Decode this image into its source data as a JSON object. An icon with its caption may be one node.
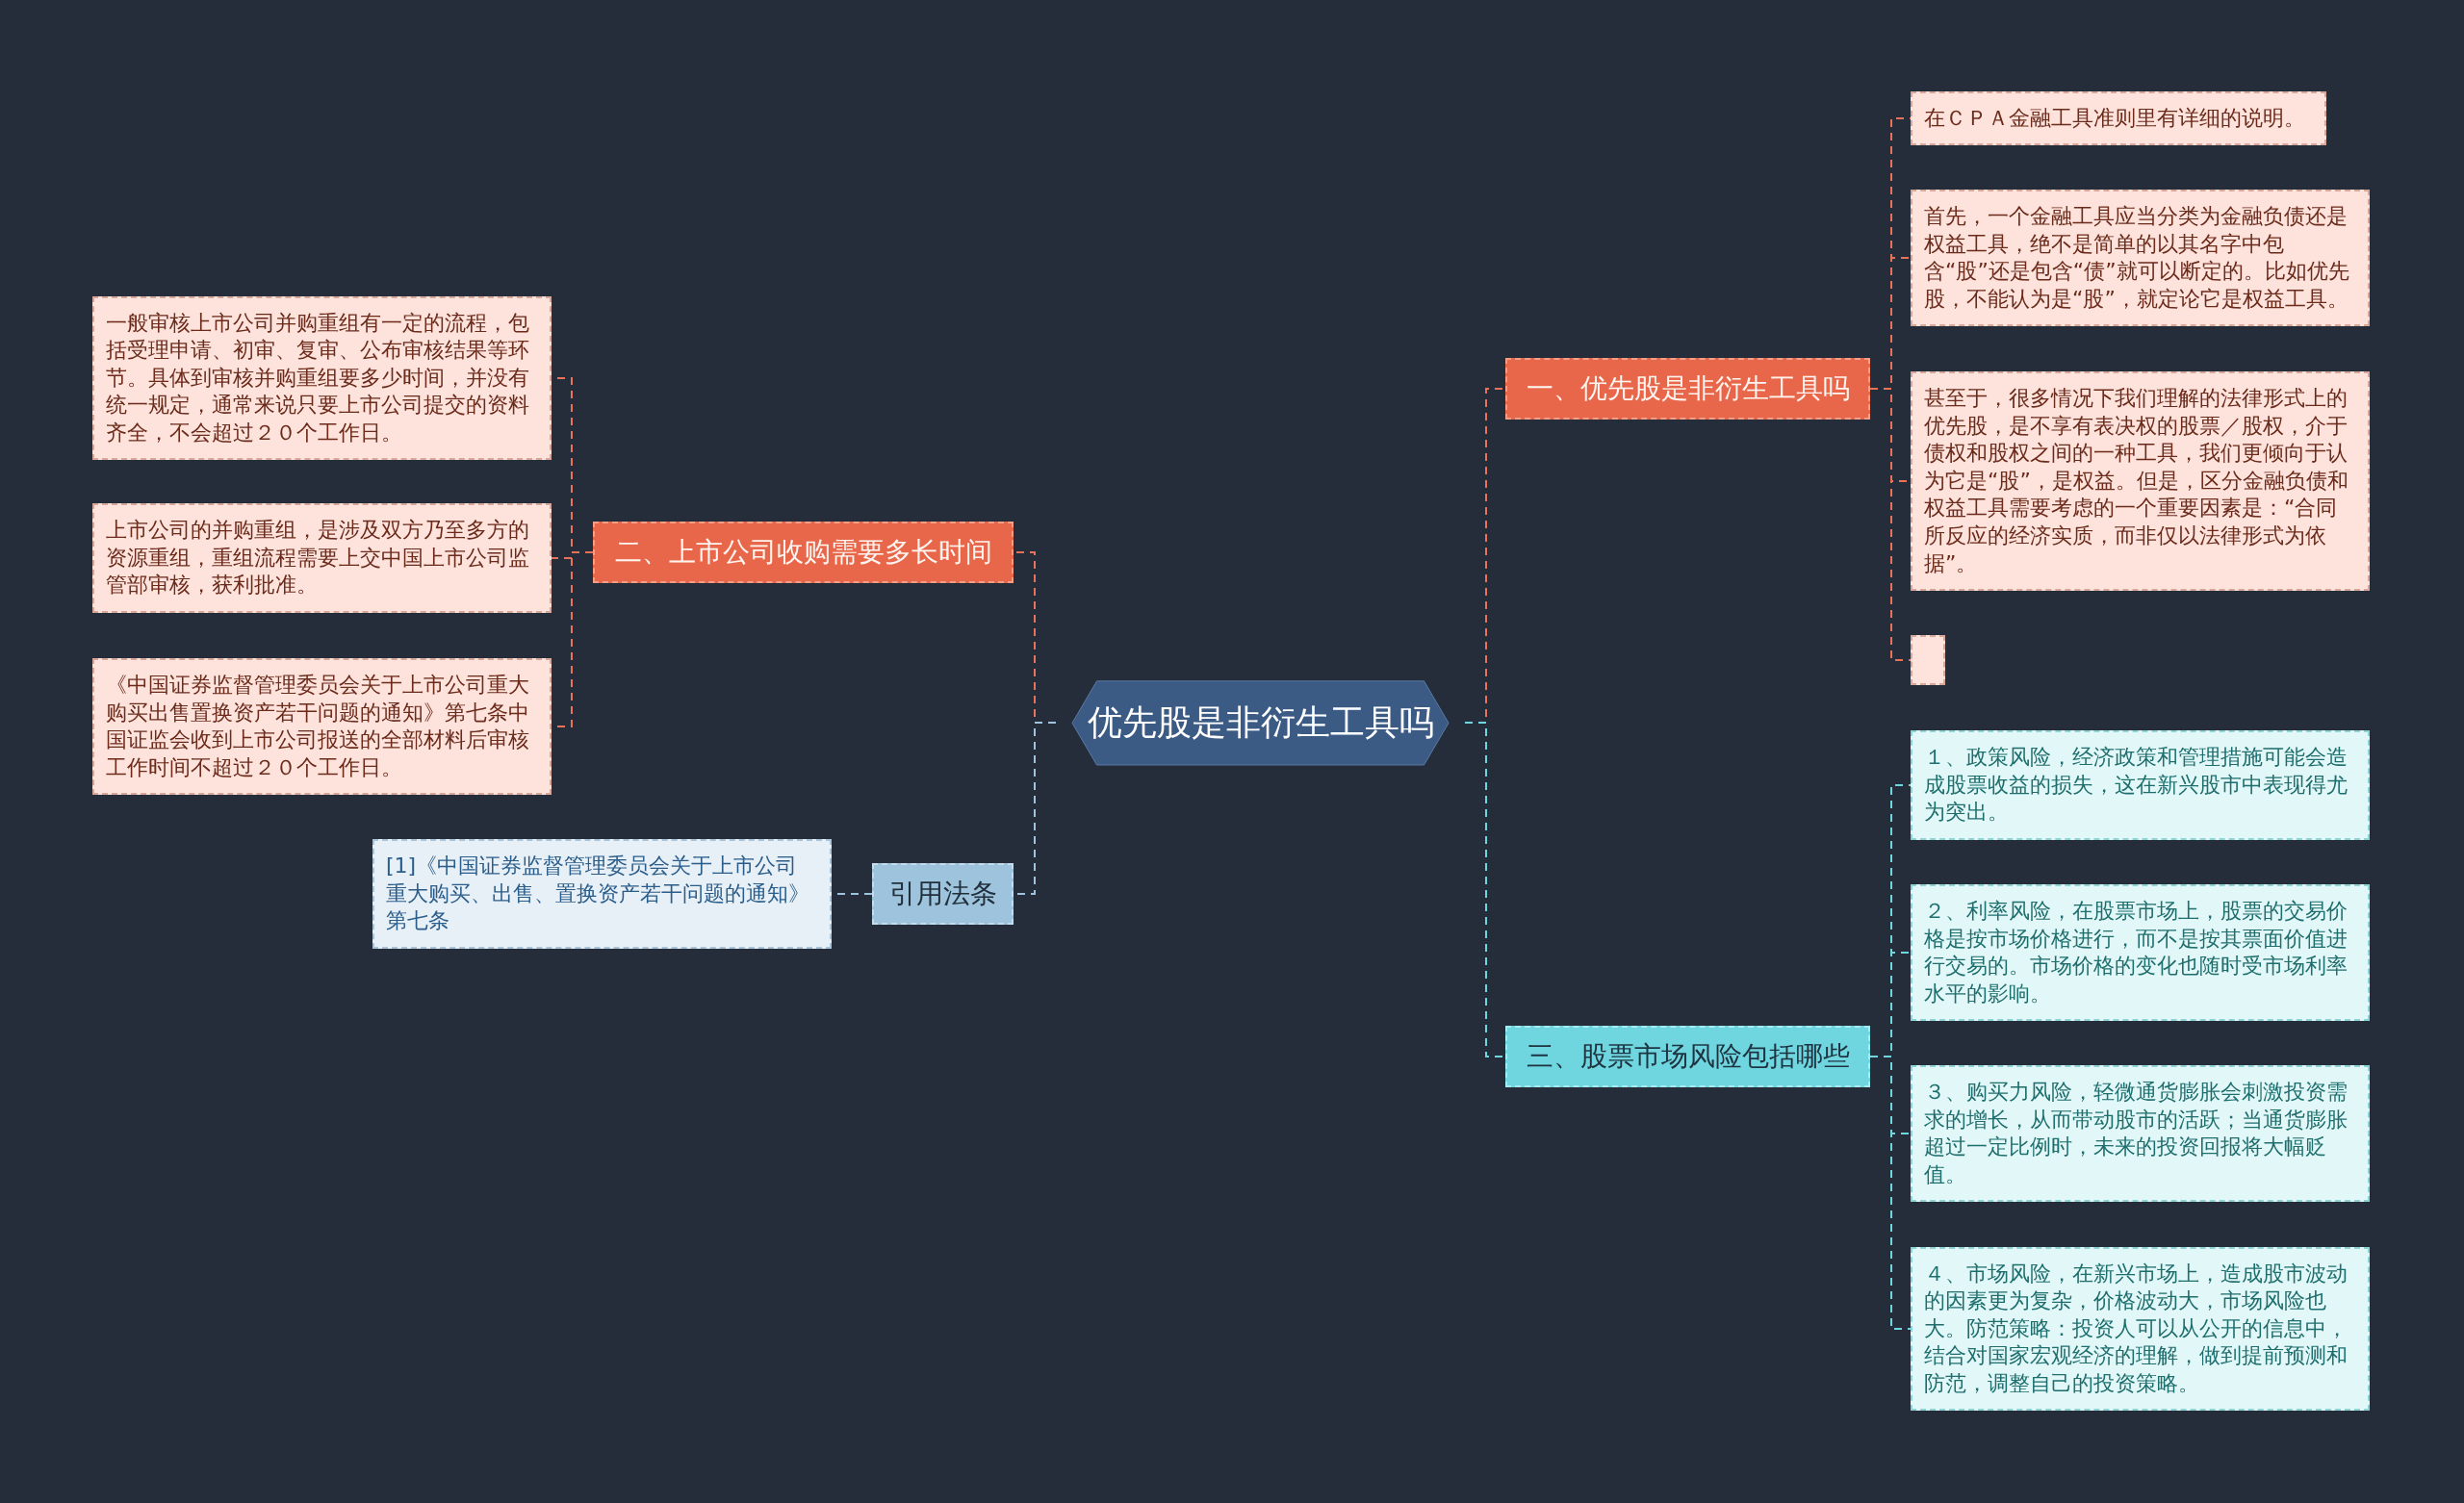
{
  "diagram": {
    "nodes": [
      {
        "text": [
          "优先股是非衍生工具吗"
        ]
      },
      {
        "text": [
          "一、优先股是非衍生工具吗"
        ]
      },
      {
        "text": [
          "在ＣＰＡ金融工具准则里有详细的说明。"
        ]
      },
      {
        "text": [
          "首先，一个金融工具应当分类为金融负债还是权益工具，绝不是简单的以其名字中包含“股”还是包含“债”就可以断定的。比如优先股，不能认为是“股”，就定论它是权益工具。"
        ]
      },
      {
        "text": [
          "甚至于，很多情况下我们理解的法律形式上的优先股，是不享有表决权的股票／股权，介于债权和股权之间的一种工具，我们更倾向于认为它是“股”，是权益。但是，区分金融负债和权益工具需要考虑的一个重要因素是：“合同所反应的经济实质，而非仅以法律形式为依据”。"
        ]
      },
      {
        "text": [],
        "shape": "box"
      },
      {
        "text": [
          "二、上市公司收购需要多长时间"
        ]
      },
      {
        "text": [
          "一般审核上市公司并购重组有一定的流程，包括受理申请、初审、复审、公布审核结果等环节。具体到审核并购重组要多少时间，并没有统一规定，通常来说只要上市公司提交的资料齐全，不会超过２０个工作日。"
        ]
      },
      {
        "text": [
          "上市公司的并购重组，是涉及双方乃至多方的资源重组，重组流程需要上交中国上市公司监管部审核，获利批准。"
        ]
      },
      {
        "text": [
          "《中国证券监督管理委员会关于上市公司重大购买出售置换资产若干问题的通知》第七条中国证监会收到上市公司报送的全部材料后审核工作时间不超过２０个工作日。"
        ]
      },
      {
        "text": [
          "引用法条"
        ]
      },
      {
        "text": [
          "[1]《中国证券监督管理委员会关于上市公司重大购买、出售、置换资产若干问题的通知》第七条"
        ]
      },
      {
        "text": [
          "三、股票市场风险包括哪些"
        ]
      },
      {
        "text": [
          "１、政策风险，经济政策和管理措施可能会造成股票收益的损失，这在新兴股市中表现得尤为突出。"
        ]
      },
      {
        "text": [
          "２、利率风险，在股票市场上，股票的交易价格是按市场价格进行，而不是按其票面价值进行交易的。市场价格的变化也随时受市场利率水平的影响。"
        ]
      },
      {
        "text": [
          "３、购买力风险，轻微通货膨胀会刺激投资需求的增长，从而带动股市的活跃；当通货膨胀超过一定比例时，未来的投资回报将大幅贬值。"
        ]
      },
      {
        "text": [
          "４、市场风险，在新兴市场上，造成股市波动的因素更为复杂，价格波动大，市场风险也大。防范策略：投资人可以从公开的信息中，结合对国家宏观经济的理解，做到提前预测和防范，调整自己的投资策略。"
        ]
      }
    ],
    "edges": [
      {
        "from": 0,
        "to": 1,
        "arrow": "none",
        "style": "dashed"
      },
      {
        "from": 1,
        "to": 2,
        "arrow": "none",
        "style": "dashed"
      },
      {
        "from": 1,
        "to": 3,
        "arrow": "none",
        "style": "dashed"
      },
      {
        "from": 1,
        "to": 4,
        "arrow": "none",
        "style": "dashed"
      },
      {
        "from": 1,
        "to": 5,
        "arrow": "none",
        "style": "dashed"
      },
      {
        "from": 0,
        "to": 6,
        "arrow": "none",
        "style": "dashed"
      },
      {
        "from": 6,
        "to": 7,
        "arrow": "none",
        "style": "dashed"
      },
      {
        "from": 6,
        "to": 8,
        "arrow": "none",
        "style": "dashed"
      },
      {
        "from": 6,
        "to": 9,
        "arrow": "none",
        "style": "dashed"
      },
      {
        "from": 0,
        "to": 10,
        "arrow": "none",
        "style": "dashed",
        "color": "#9ec3dc"
      },
      {
        "from": 10,
        "to": 11,
        "arrow": "none",
        "style": "dashed",
        "color": "#9ec3dc"
      },
      {
        "from": 0,
        "to": 12,
        "arrow": "none",
        "style": "dashed",
        "color": "#6fd6e0"
      },
      {
        "from": 12,
        "to": 13,
        "arrow": "none",
        "style": "dashed",
        "color": "#6fd6e0"
      },
      {
        "from": 12,
        "to": 14,
        "arrow": "none",
        "style": "dashed",
        "color": "#6fd6e0"
      },
      {
        "from": 12,
        "to": 15,
        "arrow": "none",
        "style": "dashed",
        "color": "#6fd6e0"
      },
      {
        "from": 12,
        "to": 16,
        "arrow": "none",
        "style": "dashed",
        "color": "#6fd6e0"
      }
    ]
  }
}
